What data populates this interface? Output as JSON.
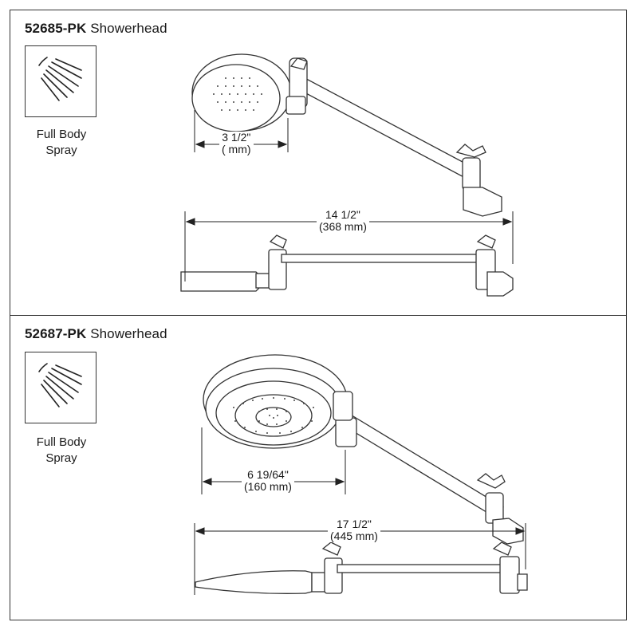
{
  "products": [
    {
      "model": "52685-PK",
      "name": "Showerhead",
      "spray_icon": "full-body-spray-icon",
      "spray_label_line1": "Full Body",
      "spray_label_line2": "Spray",
      "head_width_in": "3 1/2\"",
      "head_width_mm": "( mm)",
      "arm_length_in": "14 1/2\"",
      "arm_length_mm": "(368 mm)"
    },
    {
      "model": "52687-PK",
      "name": "Showerhead",
      "spray_icon": "full-body-spray-icon",
      "spray_label_line1": "Full Body",
      "spray_label_line2": "Spray",
      "head_width_in": "6 19/64\"",
      "head_width_mm": "(160 mm)",
      "arm_length_in": "17 1/2\"",
      "arm_length_mm": "(445 mm)"
    }
  ]
}
